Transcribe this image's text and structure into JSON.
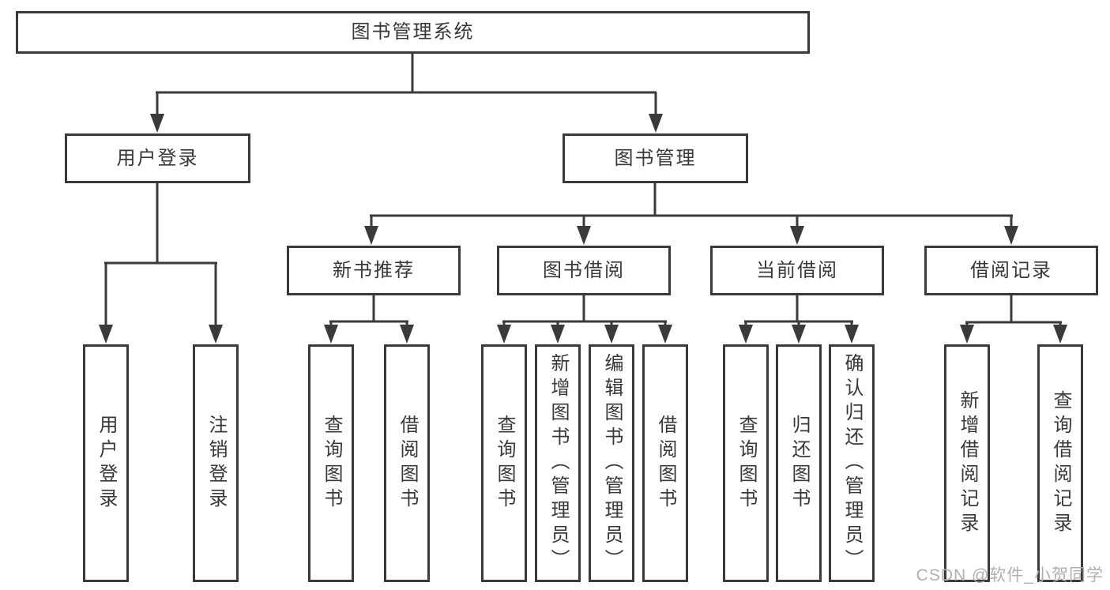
{
  "tree": {
    "root": {
      "label": "图书管理系统",
      "children": [
        {
          "label": "用户登录",
          "children": [
            {
              "label": "用户登录"
            },
            {
              "label": "注销登录"
            }
          ]
        },
        {
          "label": "图书管理",
          "children": [
            {
              "label": "新书推荐",
              "children": [
                {
                  "label": "查询图书"
                },
                {
                  "label": "借阅图书"
                }
              ]
            },
            {
              "label": "图书借阅",
              "children": [
                {
                  "label": "查询图书"
                },
                {
                  "label": "新增图书（管理员）"
                },
                {
                  "label": "编辑图书（管理员）"
                },
                {
                  "label": "借阅图书"
                }
              ]
            },
            {
              "label": "当前借阅",
              "children": [
                {
                  "label": "查询图书"
                },
                {
                  "label": "归还图书"
                },
                {
                  "label": "确认归还（管理员）"
                }
              ]
            },
            {
              "label": "借阅记录",
              "children": [
                {
                  "label": "新增借阅记录"
                },
                {
                  "label": "查询借阅记录"
                }
              ]
            }
          ]
        }
      ]
    }
  },
  "watermark": {
    "text": "CSDN @软件_小贺同学"
  },
  "colors": {
    "line": "#3a3a3a",
    "text": "#383838",
    "watermark": "#b0b0b0"
  }
}
